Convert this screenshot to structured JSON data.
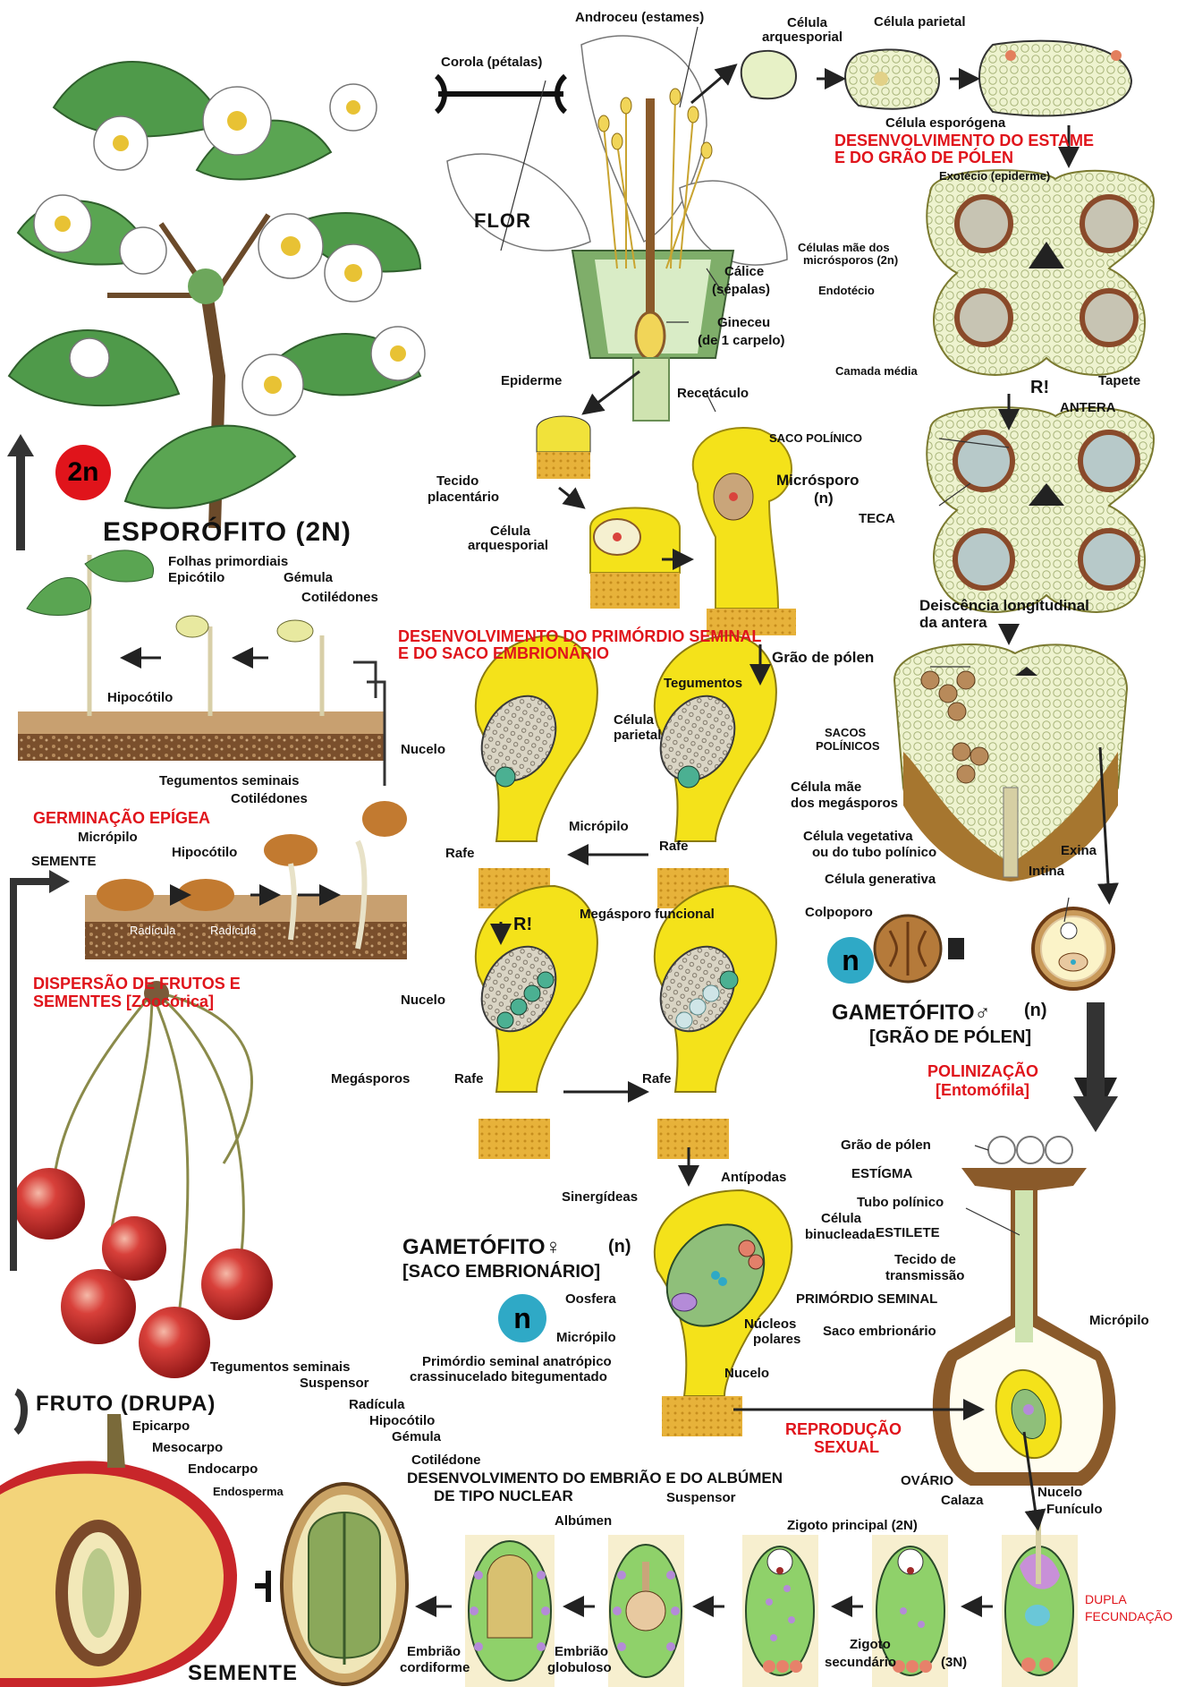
{
  "flower": {
    "title": "FLOR",
    "androceu": "Androceu (estames)",
    "corola": "Corola (pétalas)",
    "calice_1": "Cálice",
    "calice_2": "(sépalas)",
    "gineceu_1": "Gineceu",
    "gineceu_2": "(de 1 carpelo)",
    "receptaculo": "Recetáculo",
    "epiderme": "Epiderme",
    "tecido_1": "Tecido",
    "tecido_2": "placentário",
    "arq_1": "Célula",
    "arq_2": "arquesporial"
  },
  "stamen": {
    "arq_1": "Célula",
    "arq_2": "arquesporial",
    "parietal": "Célula parietal",
    "esporogena": "Célula esporógena",
    "title_1": "DESENVOLVIMENTO DO ESTAME",
    "title_2": "E DO GRÃO DE PÓLEN",
    "exotecio": "Exotécio (epiderme)",
    "maes_1": "Células mãe dos",
    "maes_2": "micrósporos (2n)",
    "endotecio": "Endotécio",
    "camada": "Camada média",
    "tapete": "Tapete",
    "r": "R!",
    "antera": "ANTERA",
    "saco": "SACO POLÍNICO",
    "microsporo_1": "Micrósporo",
    "microsporo_2": "(n)",
    "teca": "TECA",
    "deisc_1": "Deiscência longitudinal",
    "deisc_2": "da antera",
    "grao": "Grão de pólen",
    "sacos_1": "SACOS",
    "sacos_2": "POLÍNICOS",
    "vegetativa_1": "Célula vegetativa",
    "vegetativa_2": "ou do tubo polínico",
    "exina": "Exina",
    "intina": "Intina",
    "generativa": "Célula generativa",
    "colpoporo": "Colpoporo",
    "n": "n",
    "gam_title": "GAMETÓFITO♂",
    "gam_n": "(n)",
    "gam_sub": "[GRÃO DE PÓLEN]"
  },
  "ovule": {
    "title_1": "DESENVOLVIMENTO DO PRIMÓRDIO SEMINAL",
    "title_2": "E DO SACO EMBRIONÁRIO",
    "tegumentos": "Tegumentos",
    "nucelo": "Nucelo",
    "parietal_1": "Célula",
    "parietal_2": "parietal",
    "mae_1": "Célula mãe",
    "mae_2": "dos megásporos",
    "micropilo": "Micrópilo",
    "rafe_a": "Rafe",
    "rafe_b": "Rafe",
    "r": "R!",
    "funcional": "Megásporo funcional",
    "nucelo2": "Nucelo",
    "megasporos": "Megásporos",
    "rafe_c": "Rafe",
    "rafe_d": "Rafe",
    "antipodas": "Antípodas",
    "sinergideas": "Sinergídeas",
    "binucleada_1": "Célula",
    "binucleada_2": "binucleada",
    "gam_title": "GAMETÓFITO♀",
    "gam_n": "(n)",
    "gam_sub": "[SACO EMBRIONÁRIO]",
    "n": "n",
    "oosfera": "Oosfera",
    "micropilo2": "Micrópilo",
    "polares_1": "Núcleos",
    "polares_2": "polares",
    "nucelo3": "Nucelo",
    "primordio_1": "Primórdio seminal anatrópico",
    "primordio_2": "crassinucelado bitegumentado"
  },
  "pollination": {
    "title_1": "POLINIZAÇÃO",
    "title_2": "[Entomófila]",
    "grao": "Grão de pólen",
    "estigma": "ESTÍGMA",
    "tubo": "Tubo polínico",
    "estilete": "ESTILETE",
    "tecido_1": "Tecido de",
    "tecido_2": "transmissão",
    "primordio": "PRIMÓRDIO SEMINAL",
    "micropilo": "Micrópilo",
    "saco": "Saco embrionário",
    "reproducao_1": "REPRODUÇÃO",
    "reproducao_2": "SEXUAL",
    "ovario": "OVÁRIO",
    "calaza": "Calaza",
    "nucelo": "Nucelo",
    "funiculo": "Funículo",
    "dupla_1": "DUPLA",
    "dupla_2": "FECUNDAÇÃO"
  },
  "embryo": {
    "title_1": "DESENVOLVIMENTO DO EMBRIÃO E DO ALBÚMEN",
    "title_2": "DE TIPO NUCLEAR",
    "suspensor": "Suspensor",
    "albumen": "Albúmen",
    "zigoto_principal": "Zigoto principal (2N)",
    "zigoto_sec_1": "Zigoto",
    "zigoto_sec_2": "secundário",
    "zigoto_sec_3": "(3N)",
    "cordiforme_1": "Embrião",
    "cordiforme_2": "cordiforme",
    "globuloso_1": "Embrião",
    "globuloso_2": "globuloso",
    "semente": "SEMENTE"
  },
  "seed": {
    "tegumentos": "Tegumentos seminais",
    "suspensor": "Suspensor",
    "radicula": "Radícula",
    "hipocotilo": "Hipocótilo",
    "gemula": "Gémula",
    "cotiledone": "Cotilédone",
    "endosperma": "Endosperma"
  },
  "fruit": {
    "title": "FRUTO (DRUPA)",
    "epicarpo": "Epicarpo",
    "mesocarpo": "Mesocarpo",
    "endocarpo": "Endocarpo",
    "dispersao_1": "DISPERSÃO DE FRUTOS E",
    "dispersao_2": "SEMENTES [Zoocórica]"
  },
  "germination": {
    "title": "GERMINAÇÃO EPÍGEA",
    "tegumentos": "Tegumentos seminais",
    "cotiledones": "Cotilédones",
    "micropilo": "Micrópilo",
    "semente": "SEMENTE",
    "hipocotilo": "Hipocótilo",
    "radicula_1": "Radícula",
    "radicula_2": "Radícula",
    "folhas": "Folhas primordiais",
    "epicotilo": "Epicótilo",
    "gemula": "Gémula",
    "cotiledones2": "Cotilédones",
    "hipocotilo2": "Hipocótilo"
  },
  "sporophyte": {
    "title": "ESPORÓFITO (2N)",
    "badge": "2n"
  },
  "colors": {
    "yellow": "#f4e21a",
    "red_title": "#e0141b",
    "teal": "#2fa9c6",
    "cherry": "#c8262a",
    "leaf": "#4f9a4a",
    "soil": "#8a5a33"
  }
}
